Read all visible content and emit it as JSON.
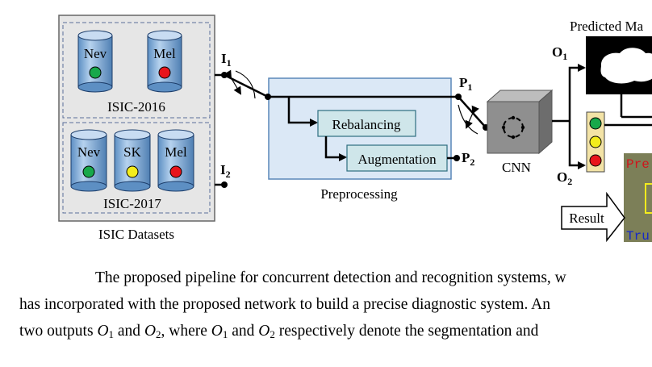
{
  "figure": {
    "datasets_caption": "ISIC Datasets",
    "isic2016": {
      "label": "ISIC-2016",
      "classes": [
        "Nev",
        "Mel"
      ]
    },
    "isic2017": {
      "label": "ISIC-2017",
      "classes": [
        "Nev",
        "SK",
        "Mel"
      ]
    },
    "inputs": {
      "i1": "I",
      "i1_sub": "1",
      "i2": "I",
      "i2_sub": "2"
    },
    "preprocessing": {
      "caption": "Preprocessing",
      "rebalancing": "Rebalancing",
      "augmentation": "Augmentation"
    },
    "paths": {
      "p1": "P",
      "p1_sub": "1",
      "p2": "P",
      "p2_sub": "2"
    },
    "cnn_label": "CNN",
    "outputs": {
      "o1": "O",
      "o1_sub": "1",
      "o2": "O",
      "o2_sub": "2",
      "predicted_mask": "Predicted Ma",
      "result": "Result",
      "pred_fragment": "Pre",
      "true_fragment": "Tru"
    },
    "colors": {
      "green": "#17a84a",
      "yellow": "#f3ec1c",
      "red": "#e8141b",
      "box_fill": "#dbe8f6",
      "box_stroke": "#5a87b8",
      "cnn": "#8f8f8f"
    }
  },
  "text": {
    "line1_part1": "The proposed pipeline for concurrent detection and recognition systems, w",
    "line2": "has incorporated with the proposed network to build a precise diagnostic system. An",
    "line3_a": "two outputs ",
    "line3_o1": "O",
    "line3_sub1": "1",
    "line3_b": " and ",
    "line3_o2": "O",
    "line3_sub2": "2",
    "line3_c": ", where ",
    "line3_d": " and ",
    "line3_e": " respectively denote the segmentation and"
  }
}
